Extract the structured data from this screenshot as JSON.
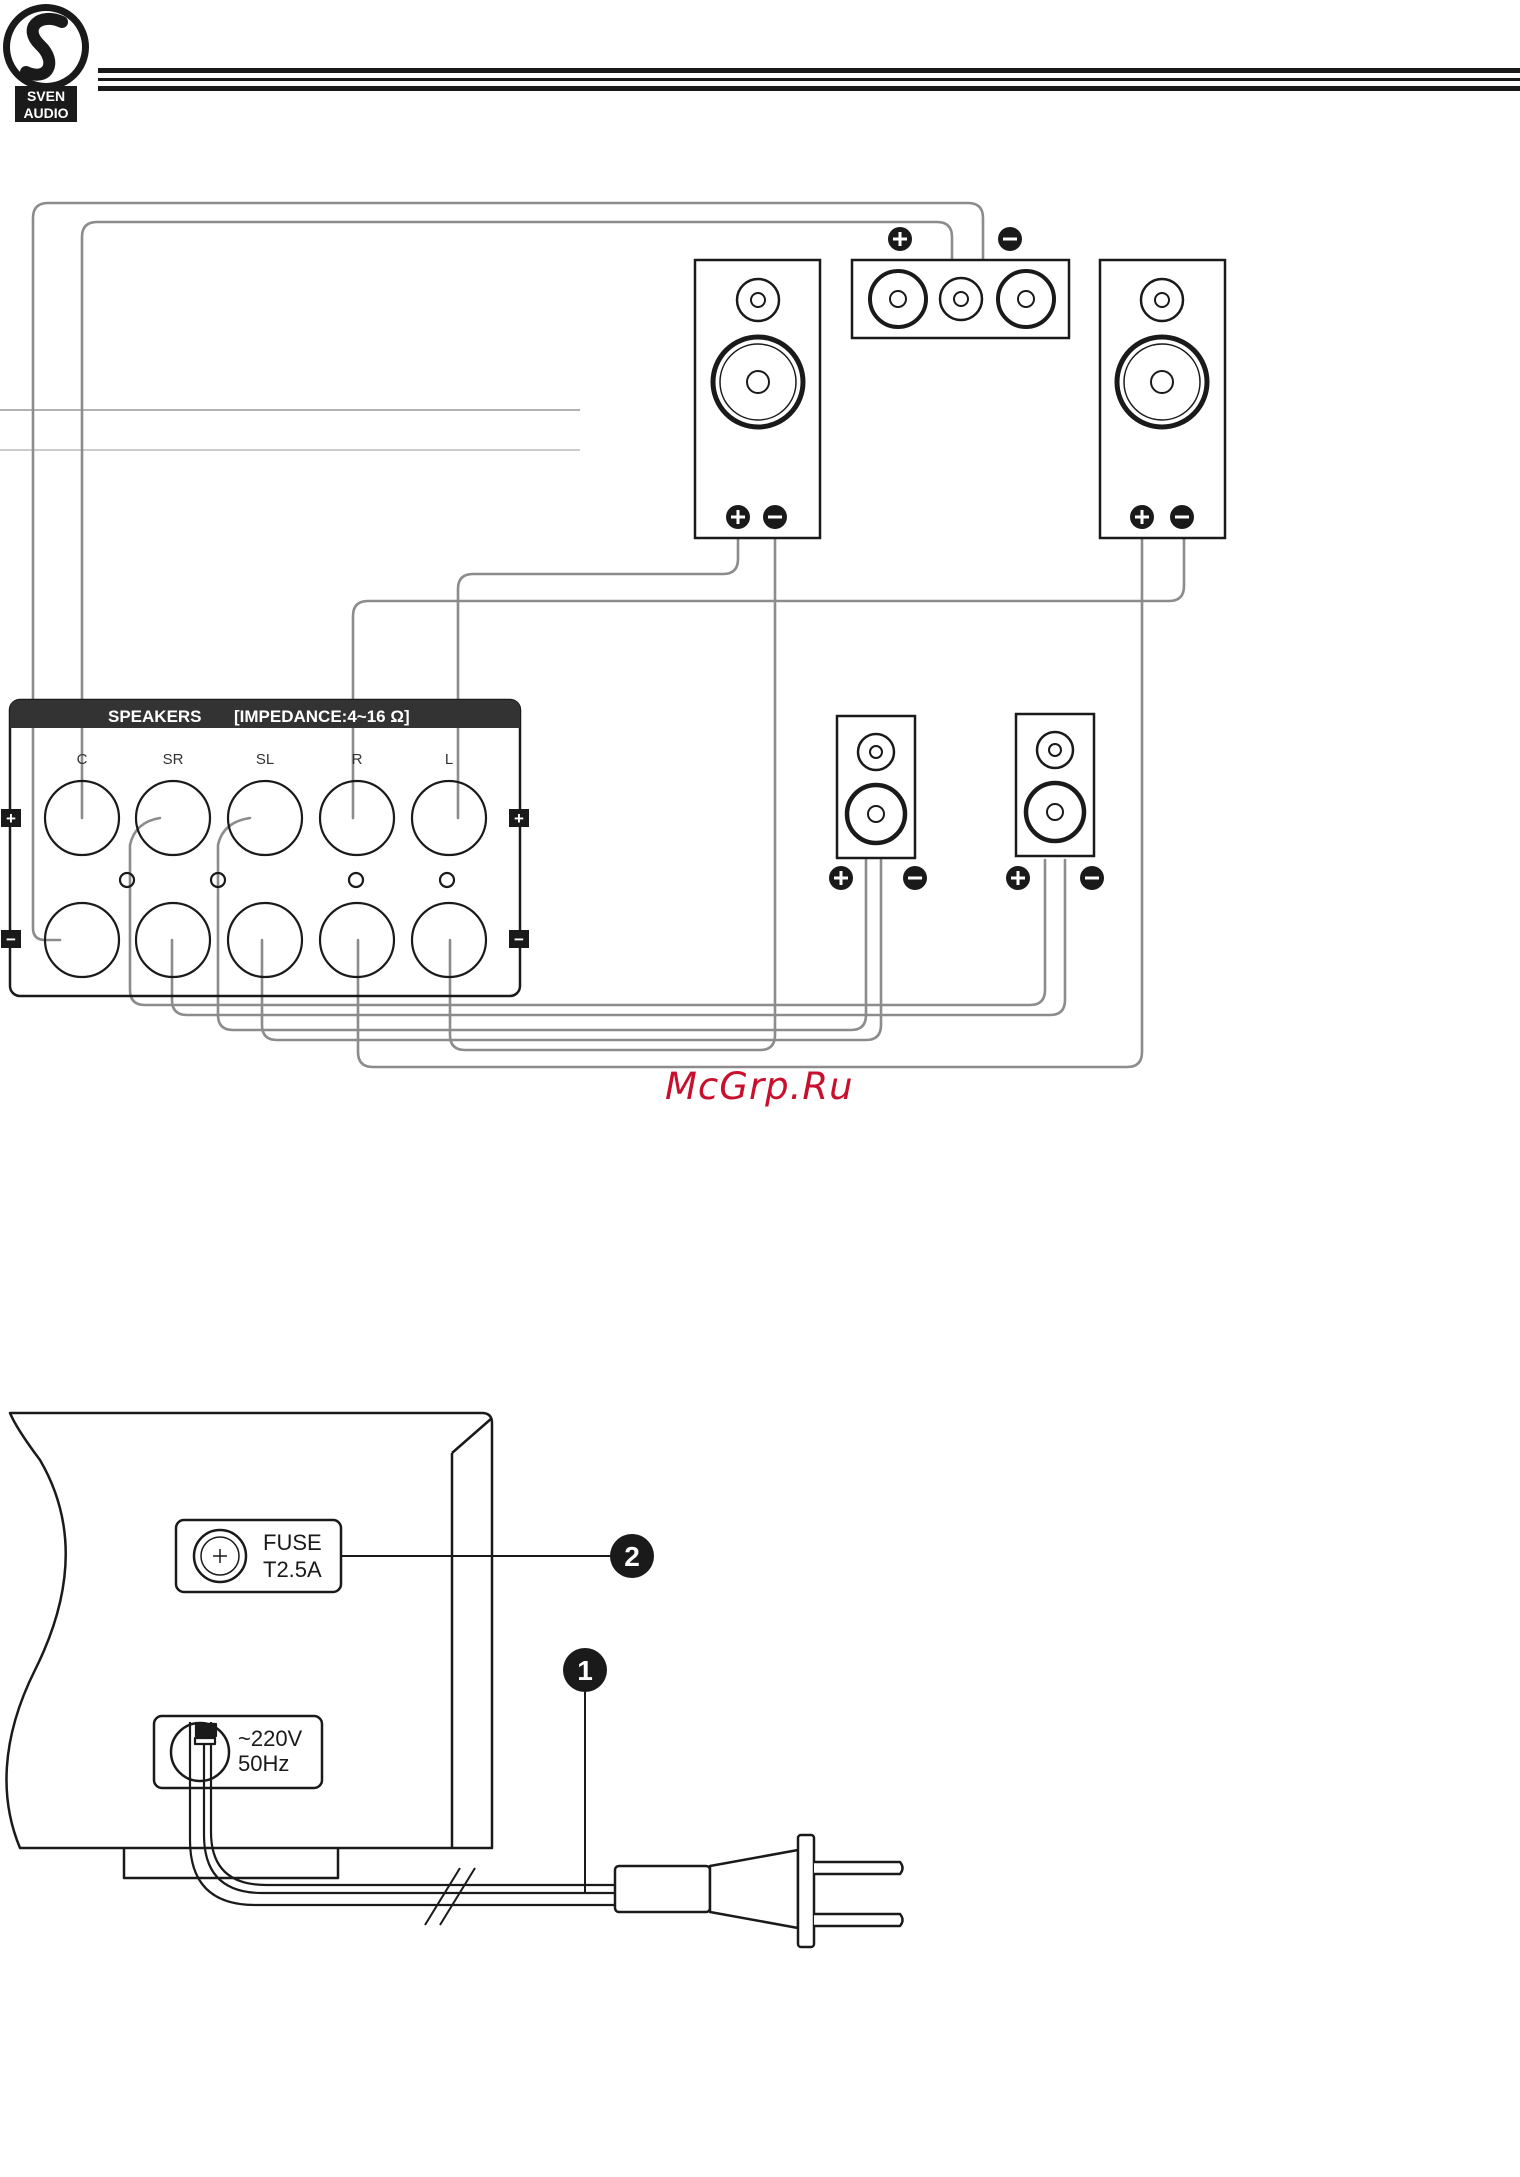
{
  "brand": {
    "logo_line1": "SVEN",
    "logo_line2": "AUDIO"
  },
  "amplifier_panel": {
    "title": "SPEAKERS",
    "impedance": "[IMPEDANCE:4~16 Ω]",
    "channels": [
      "C",
      "SR",
      "SL",
      "R",
      "L"
    ],
    "plus_sign": "+",
    "minus_sign": "−"
  },
  "power_panel": {
    "fuse_line1": "FUSE",
    "fuse_line2": "T2.5A",
    "voltage_line1": "~220V",
    "voltage_line2": "50Hz",
    "callout_1": "1",
    "callout_2": "2"
  },
  "watermark": "McGrp.Ru",
  "colors": {
    "ink": "#1a1a1a",
    "wire": "#8c8c8c",
    "panel_header": "#333333",
    "watermark": "#c8102e"
  }
}
